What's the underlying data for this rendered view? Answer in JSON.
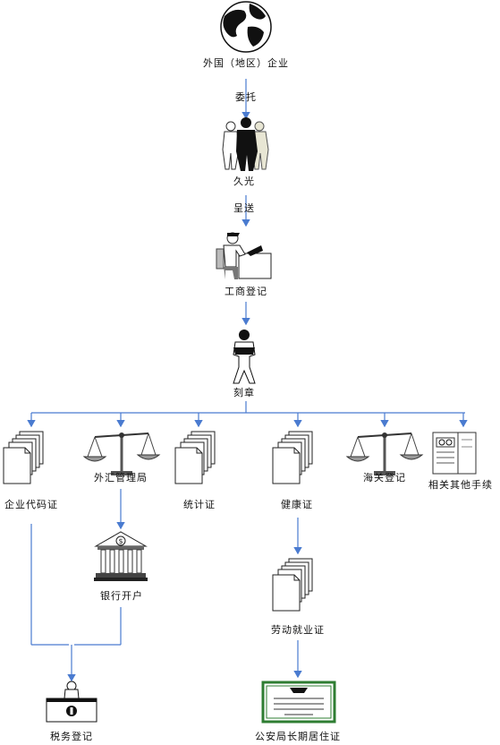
{
  "steps": {
    "foreign_company": "外国（地区）企业",
    "entrust": "委托",
    "jiuguang": "久光",
    "submit": "呈送",
    "business_registration": "工商登记",
    "seal_carving": "刻章"
  },
  "branches": {
    "org_code": "企业代码证",
    "forex_bureau": "外汇管理局",
    "statistics": "统计证",
    "health": "健康证",
    "customs": "海关登记",
    "other": "相关其他手续"
  },
  "followups": {
    "bank_account": "银行开户",
    "labor_permit": "劳动就业证",
    "residence_permit": "公安局长期居住证",
    "tax_registration": "税务登记"
  },
  "colors": {
    "arrow": "#4a7bd0",
    "certificate_border": "#2e7d32"
  },
  "icons": {
    "globe": "globe-icon",
    "people": "people-icon",
    "office_worker": "office-worker-icon",
    "person": "person-icon",
    "documents": "documents-icon",
    "scales": "scales-icon",
    "bank": "bank-icon",
    "server": "server-icon",
    "certificate": "certificate-icon",
    "tax_office": "tax-office-icon"
  }
}
